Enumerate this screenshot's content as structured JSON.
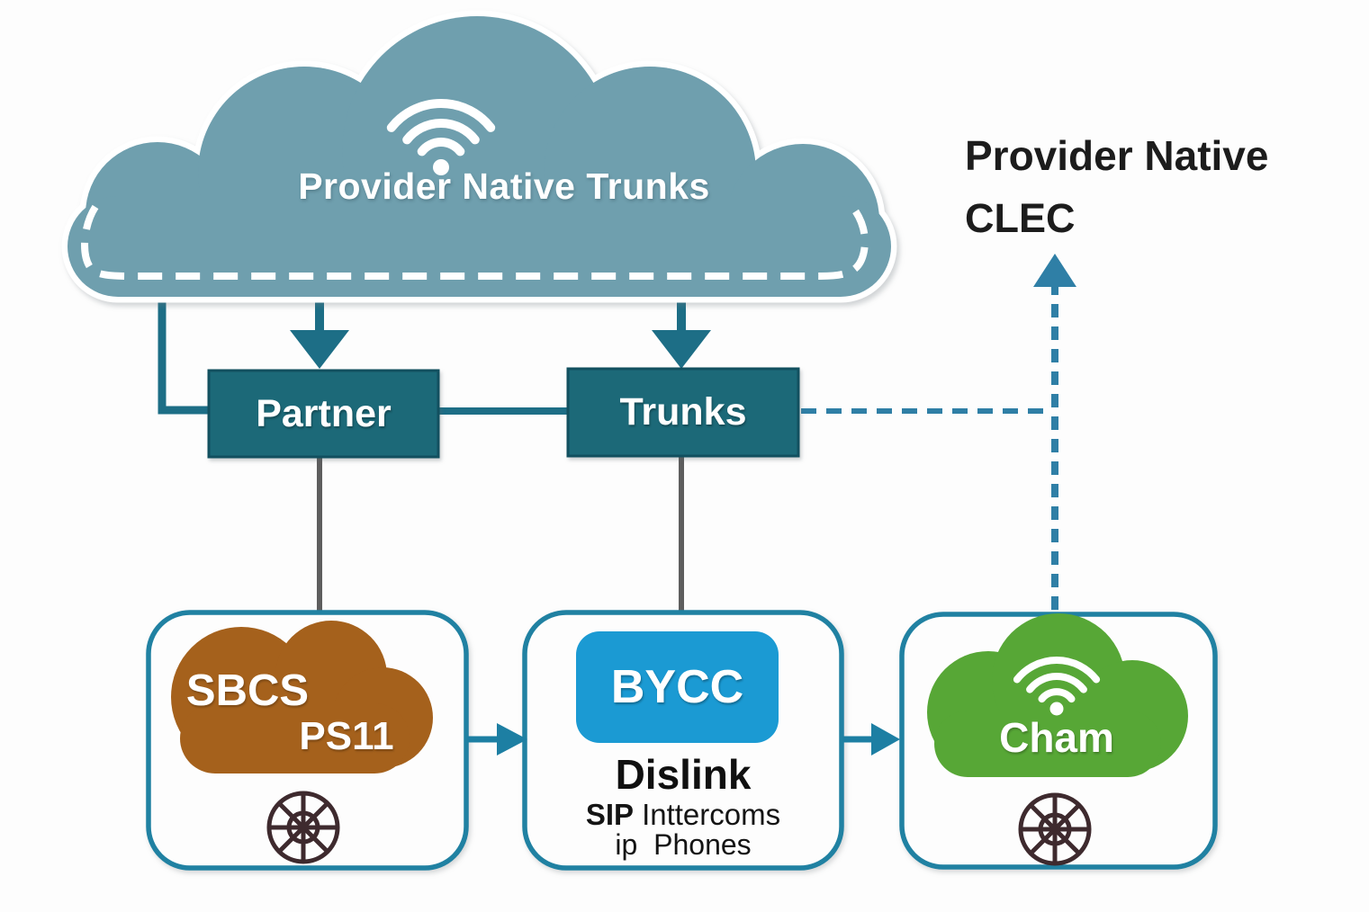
{
  "colors": {
    "cloud_blue": "#6F9FAE",
    "node_teal": "#1C6978",
    "node_border": "#12505F",
    "connector_teal": "#1D6E86",
    "arrow_teal": "#1D7FA3",
    "dashed_teal": "#2F7FA6",
    "box_border_teal": "#2081A2",
    "box_fill": "#FDFDFD",
    "bycc_blue": "#1B9AD3",
    "cham_green": "#57A736",
    "sbcs_brown": "#A5611C",
    "globe_dark": "#3E2A2E",
    "gray_connector": "#5E5E5E",
    "clec_text": "#1C1C1C",
    "white": "#FFFFFF"
  },
  "provider_cloud": {
    "label": "Provider Native Trunks"
  },
  "clec": {
    "line1": "Provider Native",
    "line2": "CLEC"
  },
  "partner": {
    "label": "Partner"
  },
  "trunks": {
    "label": "Trunks"
  },
  "sbcs_box": {
    "cloud_label": "SBCS",
    "cloud_sublabel": "PS11"
  },
  "bycc_box": {
    "badge": "BYCC",
    "title": "Dislink",
    "subtitle_strong": "SIP",
    "subtitle_rest": "Inttercoms",
    "footer": "ip Phones"
  },
  "cham_box": {
    "label": "Cham"
  }
}
